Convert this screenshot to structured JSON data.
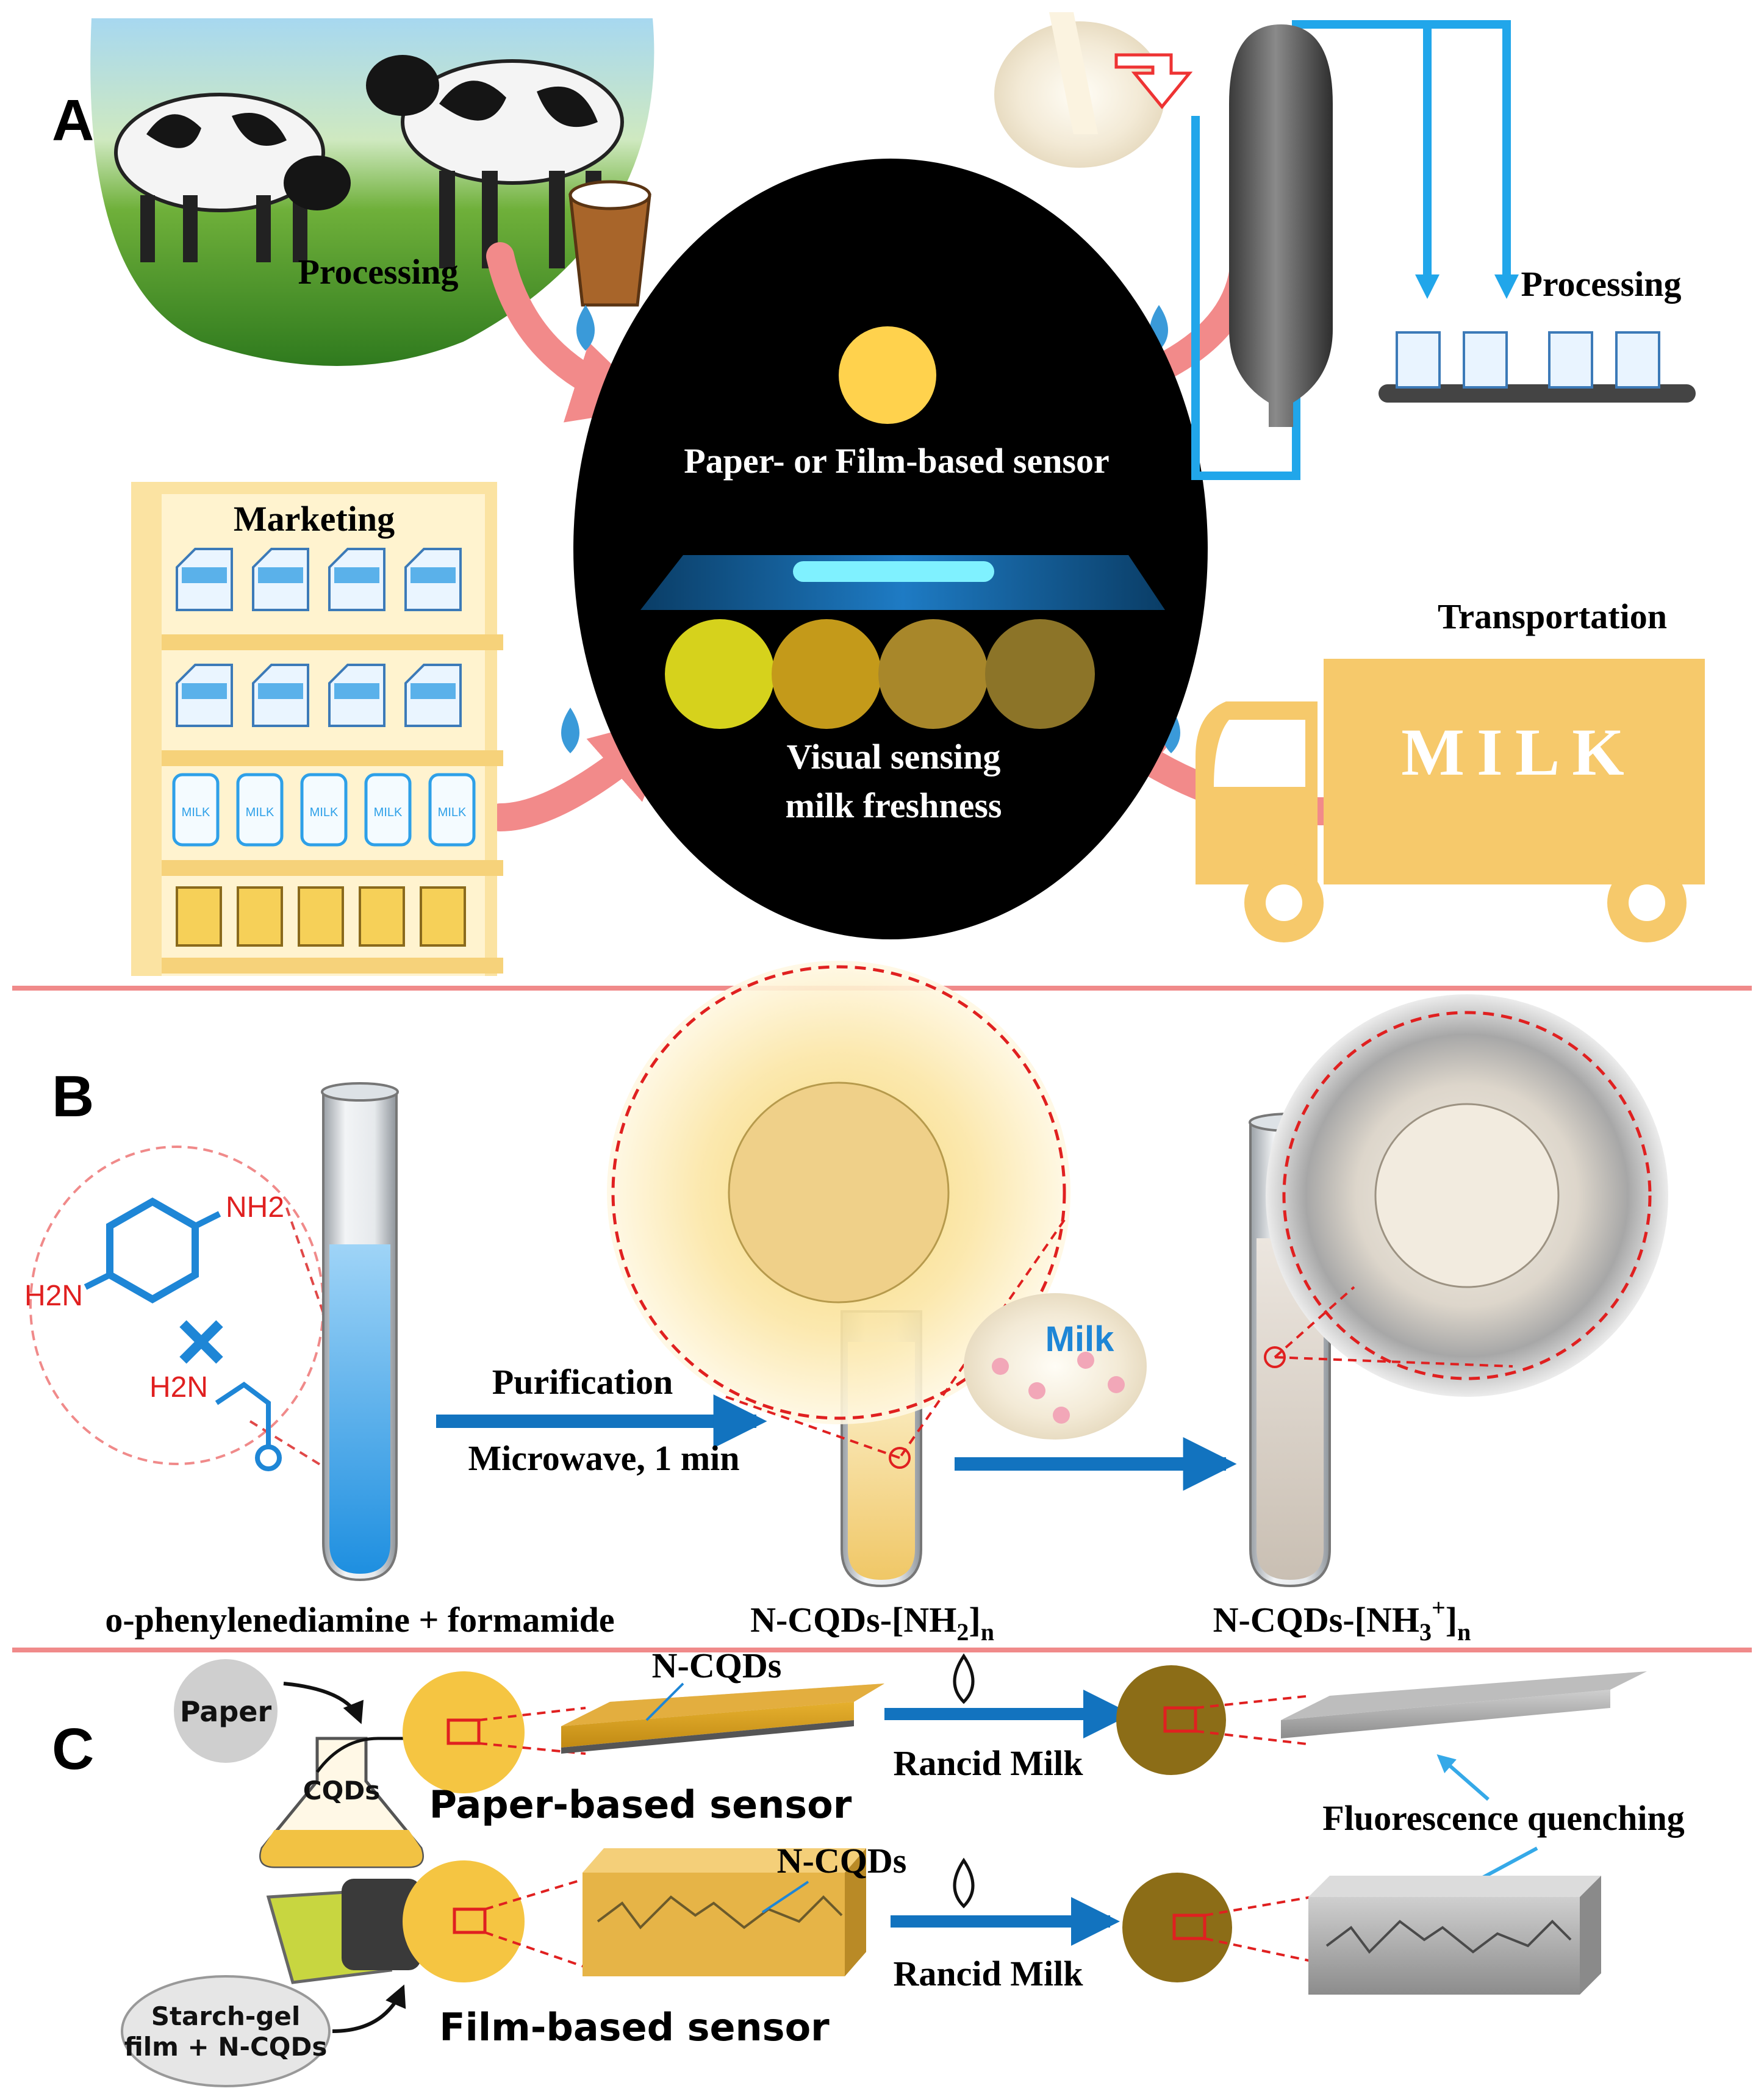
{
  "panels": {
    "a": "A",
    "b": "B",
    "c": "C"
  },
  "panel_a": {
    "processing_farm": "Processing",
    "processing_factory": "Processing",
    "marketing": "Marketing",
    "transportation": "Transportation",
    "truck_text": "MILK",
    "carton_text": "MILK",
    "center_top": "Paper- or Film-based sensor",
    "center_bottom_1": "Visual sensing",
    "center_bottom_2": "milk freshness",
    "dot_colors": [
      "#d6d21c",
      "#c49a1a",
      "#a8872a",
      "#8c7428"
    ],
    "sensor_color": "#ffd24d"
  },
  "panel_b": {
    "reagent_1_sub": "NH2",
    "reagent_2_sub": "H2N",
    "reagent_3": "H2N",
    "reagent_4": "O",
    "arrow_top": "Purification",
    "arrow_bottom": "Microwave, 1 min",
    "milk": "Milk",
    "label_left": "o-phenylenediamine + formamide",
    "label_mid_base": "N-CQDs-[NH",
    "label_mid_sub": "2",
    "label_mid_close": "]",
    "label_mid_n": "n",
    "label_right_base": "N-CQDs-[NH",
    "label_right_sub": "3",
    "label_right_sup": "+",
    "label_right_close": "]",
    "label_right_n": "n"
  },
  "panel_c": {
    "paper": "Paper",
    "cqds_flask": "CQDs",
    "starch_1": "Starch-gel",
    "starch_2": "film + N-CQDs",
    "ncqds_top": "N-CQDs",
    "ncqds_bottom": "N-CQDs",
    "rancid_top": "Rancid Milk",
    "rancid_bottom": "Rancid Milk",
    "paper_sensor": "Paper-based sensor",
    "film_sensor": "Film-based sensor",
    "quenching": "Fluorescence quenching"
  }
}
